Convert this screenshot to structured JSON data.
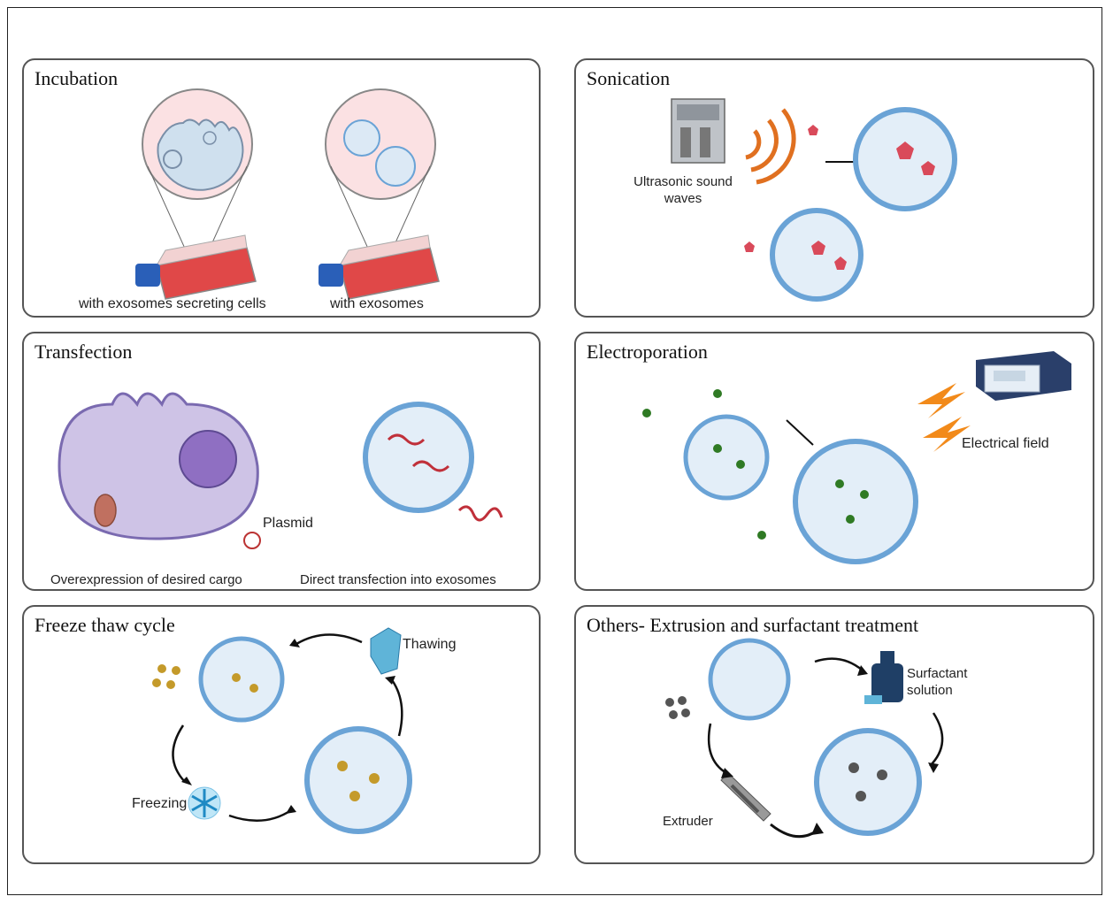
{
  "panels": {
    "incubation": {
      "title": "Incubation",
      "label_cells": "with exosomes secreting cells",
      "label_exo": "with exosomes"
    },
    "sonication": {
      "title": "Sonication",
      "label_waves": "Ultrasonic sound waves"
    },
    "transfection": {
      "title": "Transfection",
      "label_plasmid": "Plasmid",
      "label_over": "Overexpression of desired cargo",
      "label_direct": "Direct transfection into exosomes"
    },
    "electroporation": {
      "title": "Electroporation",
      "label_field": "Electrical field"
    },
    "freeze": {
      "title": "Freeze thaw cycle",
      "label_thaw": "Thawing",
      "label_freeze": "Freezing"
    },
    "others": {
      "title": "Others- Extrusion and surfactant treatment",
      "label_surf_1": "Surfactant",
      "label_surf_2": "solution",
      "label_extruder": "Extruder"
    }
  },
  "colors": {
    "exosome_membrane": "#6aa3d6",
    "exosome_fill": "#e3eef8",
    "receptor": "#2f6fa8",
    "cargo_red": "#d94a5a",
    "cargo_green": "#2f7a24",
    "cargo_gold": "#c49a2a",
    "cargo_gray": "#555555",
    "flask_red": "#e04848",
    "cap_blue": "#2a5fb8"
  }
}
